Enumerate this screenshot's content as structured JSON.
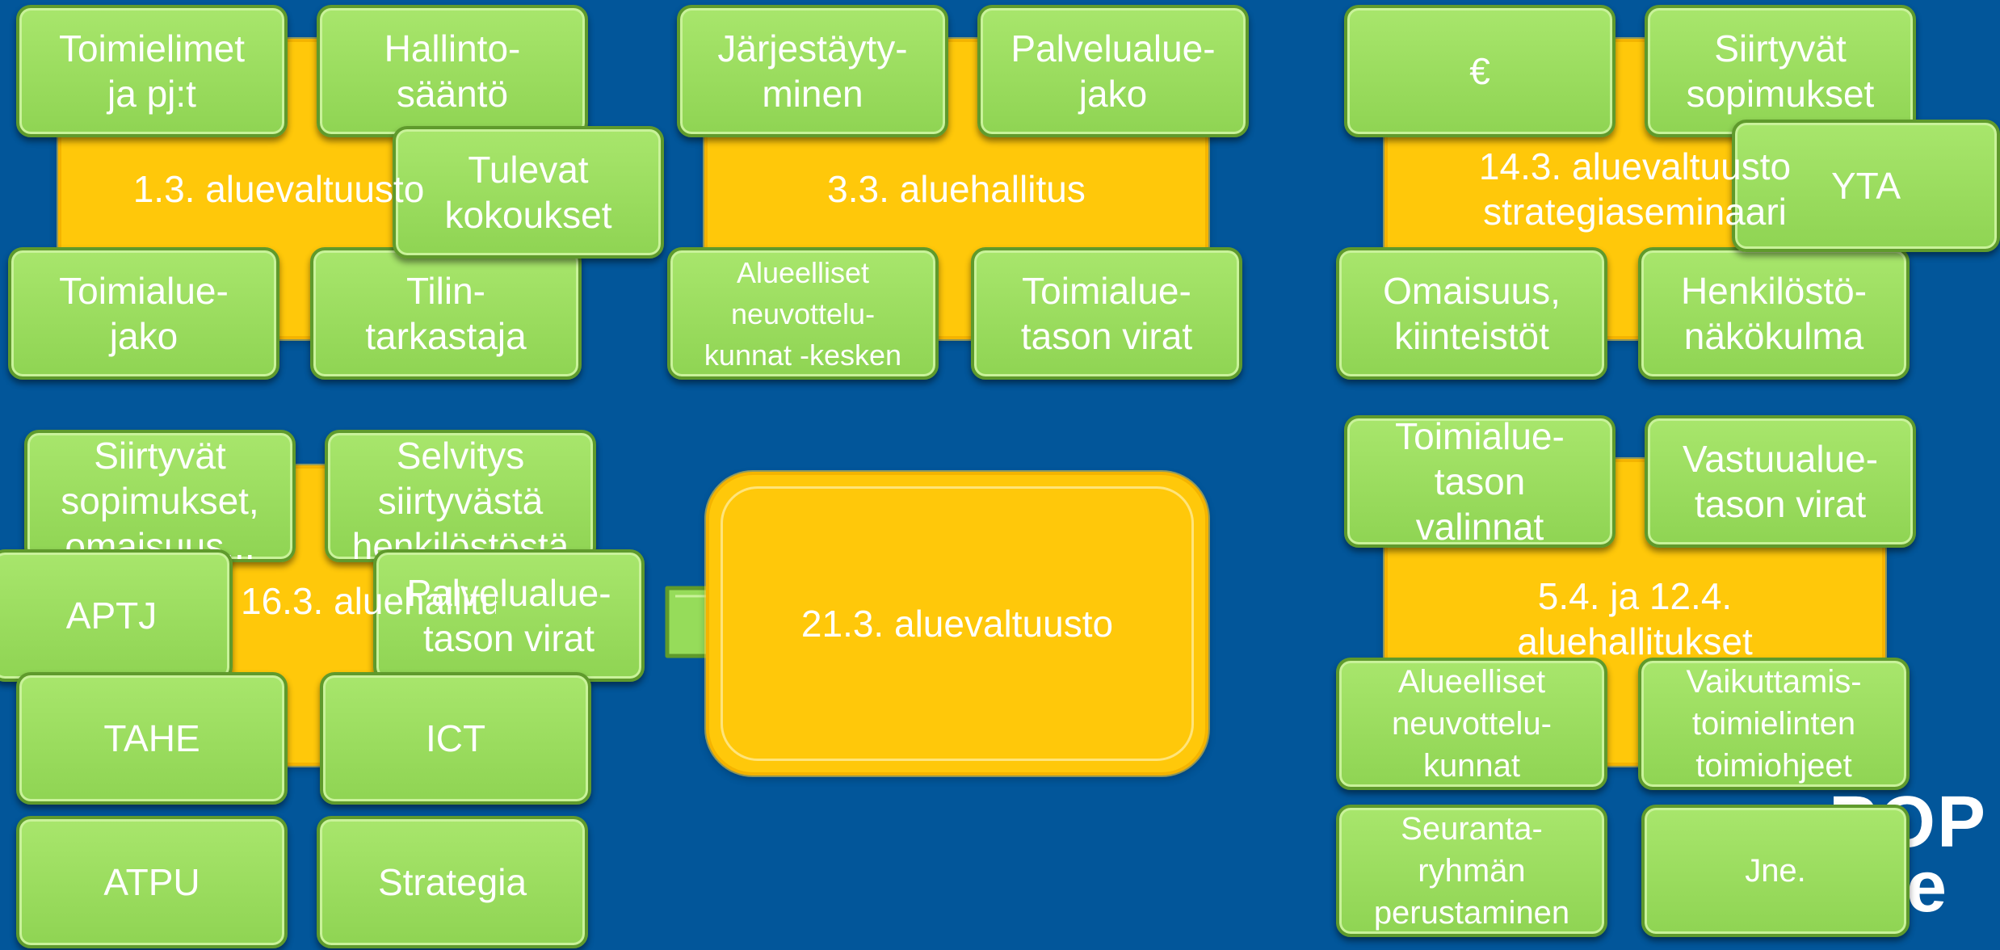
{
  "colors": {
    "background": "#02569a",
    "milestone_fill": "#ffc80a",
    "task_fill": "#96dc5a",
    "text": "#ffffff"
  },
  "milestones": {
    "m13": "1.3. aluevaltuusto",
    "m33": "3.3. aluehallitus",
    "m143": "14.3. aluevaltuusto\nstrategiaseminaari",
    "m163": "16.3. aluehallitus",
    "m213": "21.3. aluevaltuusto",
    "m54": "5.4.  ja 12.4.\naluehallitukset"
  },
  "tasks": {
    "toimielimet": "Toimielimet\nja pj:t",
    "hallintosaanto": "Hallinto-\nsääntö",
    "tulevat_kokoukset": "Tulevat\nkokoukset",
    "toimialuejako": "Toimialue-\njako",
    "tilintarkastaja": "Tilin-\ntarkastaja",
    "jarjestaytyminen": "Järjestäyty-\nminen",
    "palvelualuejako": "Palvelualue-\njako",
    "alueelliset_kesken": "Alueelliset\nneuvottelu-\nkunnat -kesken",
    "toimialuetason_virat": "Toimialue-\ntason virat",
    "euro": "€",
    "siirtyvat_sopimukset": "Siirtyvät\nsopimukset",
    "yta": "YTA",
    "omaisuus": "Omaisuus,\nkiinteistöt",
    "henkilosto": "Henkilöstö-\nnäkökulma",
    "siirtyvat_omaisuus": "Siirtyvät\nsopimukset,\nomaisuus...",
    "selvitys": "Selvitys\nsiirtyvästä\nhenkilöstöstä",
    "aptj": "APTJ",
    "palvelualuetason_virat": "Palvelualue-\ntason virat",
    "tahe": "TAHE",
    "ict": "ICT",
    "atpu": "ATPU",
    "strategia": "Strategia",
    "toimialuetason_valinnat": "Toimialue-\ntason\nvalinnat",
    "vastuualuetason_virat": "Vastuualue-\ntason virat",
    "alueelliset": "Alueelliset\nneuvottelu-\nkunnat",
    "vaikuttamis": "Vaikuttamis-\ntoimielinten\ntoimiohjeet",
    "seuranta": "Seuranta-\nryhmän\nperustaminen",
    "jne": "Jne."
  },
  "logo": {
    "line1": "POP",
    "line2": "te"
  },
  "arrow_icon": "right-arrow-icon"
}
